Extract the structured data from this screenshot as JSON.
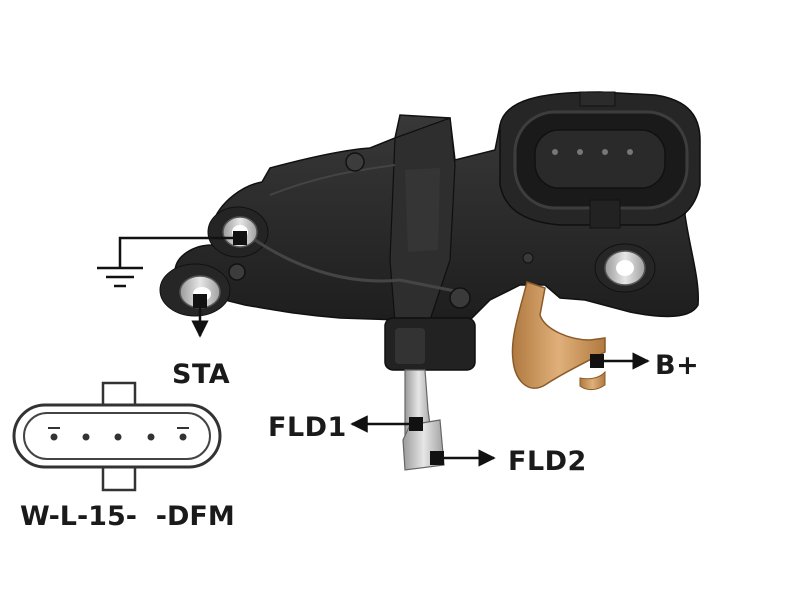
{
  "labels": {
    "sta": "STA",
    "b_plus": "B+",
    "fld1": "FLD1",
    "fld2": "FLD2",
    "pinout": "W-L-15-  -DFM"
  },
  "colors": {
    "housing": "#2b2b2b",
    "housing_shadow": "#1c1c1c",
    "housing_highlight": "#4a4a4a",
    "copper": "#c9955c",
    "metal": "#c8c8c8",
    "line": "#111111"
  },
  "icons": {
    "ground": "ground-symbol-icon",
    "arrow": "arrow-icon"
  }
}
